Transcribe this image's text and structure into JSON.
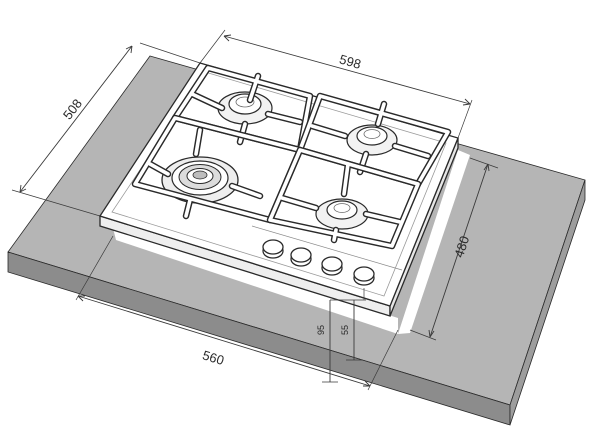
{
  "dimensions": {
    "hob_width": "598",
    "hob_depth": "508",
    "cutout_width": "560",
    "cutout_depth": "480",
    "hob_height": "95",
    "cutout_height": "55"
  },
  "colors": {
    "countertop_top": "#b5b5b5",
    "countertop_front": "#8c8c8c",
    "countertop_side": "#9d9d9d",
    "hob_surface": "#ffffff",
    "outline": "#2a2a2a"
  },
  "icons": [
    "burner-icon",
    "knob-icon",
    "pan-support-icon"
  ]
}
